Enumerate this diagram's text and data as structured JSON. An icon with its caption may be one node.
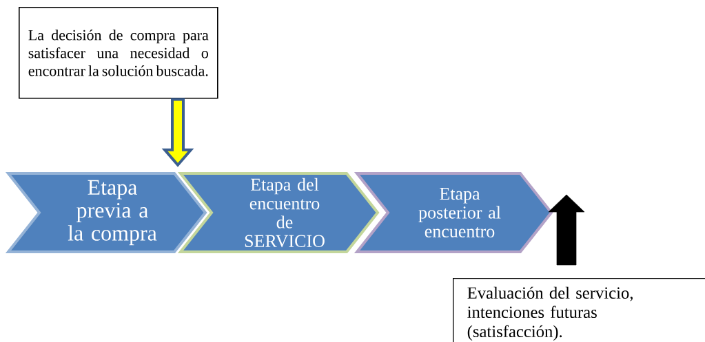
{
  "diagram": {
    "nodes": [
      {
        "text": [
          "La decisión de compra para satisfacer una necesidad o encontrar la solución buscada."
        ]
      },
      {
        "text": [
          "Etapa previa a la compra"
        ]
      },
      {
        "text": [
          "Etapa del encuentro de SERVICIO"
        ]
      },
      {
        "text": [
          "Etapa posterior al encuentro"
        ]
      },
      {
        "text": [
          "Evaluación del servicio, intenciones futuras (satisfacción)."
        ]
      }
    ],
    "edges": [
      {
        "from": 0,
        "to": 2,
        "arrow": "to",
        "style": "thick",
        "color": "#ffff00"
      },
      {
        "from": 4,
        "to": 3,
        "arrow": "to",
        "style": "thick",
        "color": "#000000"
      }
    ]
  }
}
